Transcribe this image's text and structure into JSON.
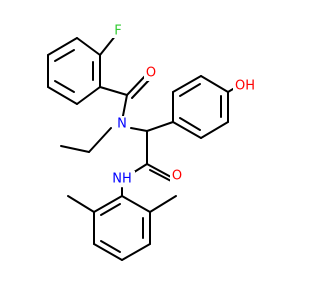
{
  "molecule": {
    "atom_labels": {
      "fluorine": "F",
      "carbonyl_oxygen_1": "O",
      "amide_nitrogen_1": "N",
      "hydroxyl": "OH",
      "amide_nitrogen_2": "NH",
      "carbonyl_oxygen_2": "O"
    },
    "colors": {
      "bond": "#000000",
      "fluorine": "#33cc33",
      "oxygen": "#ff0000",
      "nitrogen": "#0000ff"
    }
  }
}
